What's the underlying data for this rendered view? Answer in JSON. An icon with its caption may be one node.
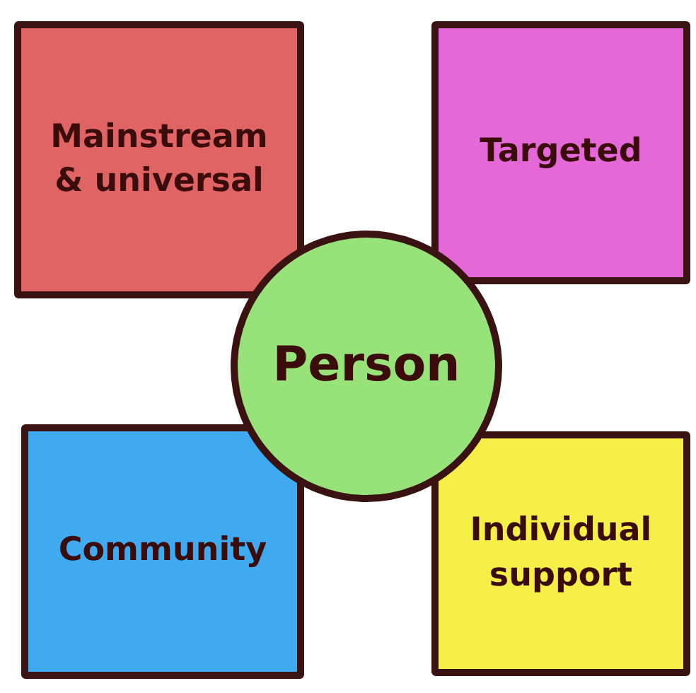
{
  "diagram": {
    "nodes": [
      {
        "text": [
          "Mainstream & universal"
        ]
      },
      {
        "text": [
          "Targeted"
        ]
      },
      {
        "text": [
          "Person"
        ]
      },
      {
        "text": [
          "Community"
        ]
      },
      {
        "text": [
          "Individual support"
        ]
      }
    ]
  }
}
